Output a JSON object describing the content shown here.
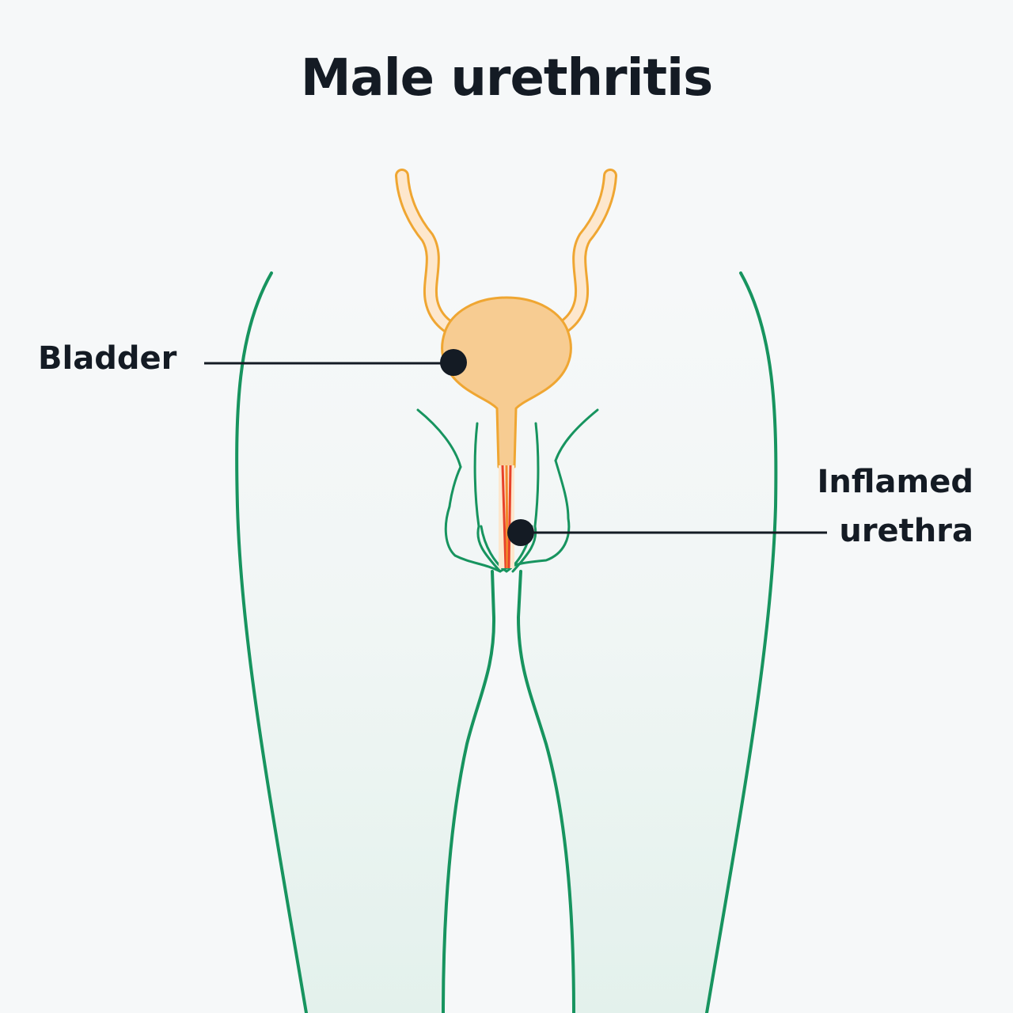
{
  "title": "Male urethritis",
  "labels": {
    "bladder": "Bladder",
    "urethra_line1": "Inflamed",
    "urethra_line2": "urethra"
  },
  "colors": {
    "outline": "#17945f",
    "body_fill_top": "#f6f8f9",
    "body_fill_bottom": "#e5f2ee",
    "bladder_fill": "#f7cc92",
    "bladder_stroke": "#efa632",
    "ureter_fill": "#fde7cd",
    "inflamed_red": "#e8412a",
    "inflamed_orange": "#f28a2b",
    "text": "#141b24",
    "marker": "#141b24"
  }
}
